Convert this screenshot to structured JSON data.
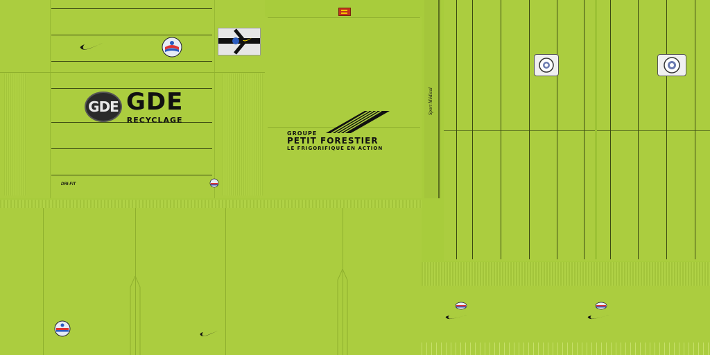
{
  "sponsor_main": {
    "logo_letters": "GDE",
    "name": "GDE",
    "tagline": "RECYCLAGE"
  },
  "sponsor_secondary": {
    "prefix": "GROUPE",
    "name": "PETIT FORESTIER",
    "tagline": "LE FRIGORIFIQUE EN ACTION"
  },
  "fabric_label": "DRI-FIT",
  "vertical_text": "Sport Médical",
  "colors": {
    "kit_green": "#abcd3f",
    "pinstripe": "#3b4a12",
    "logo_black": "#111111"
  },
  "icons": {
    "brand_swoosh": "nike-swoosh-icon",
    "club_crest": "club-crest-icon",
    "league_badge": "ligue1-badge-icon",
    "flag": "normandy-flag-icon"
  }
}
